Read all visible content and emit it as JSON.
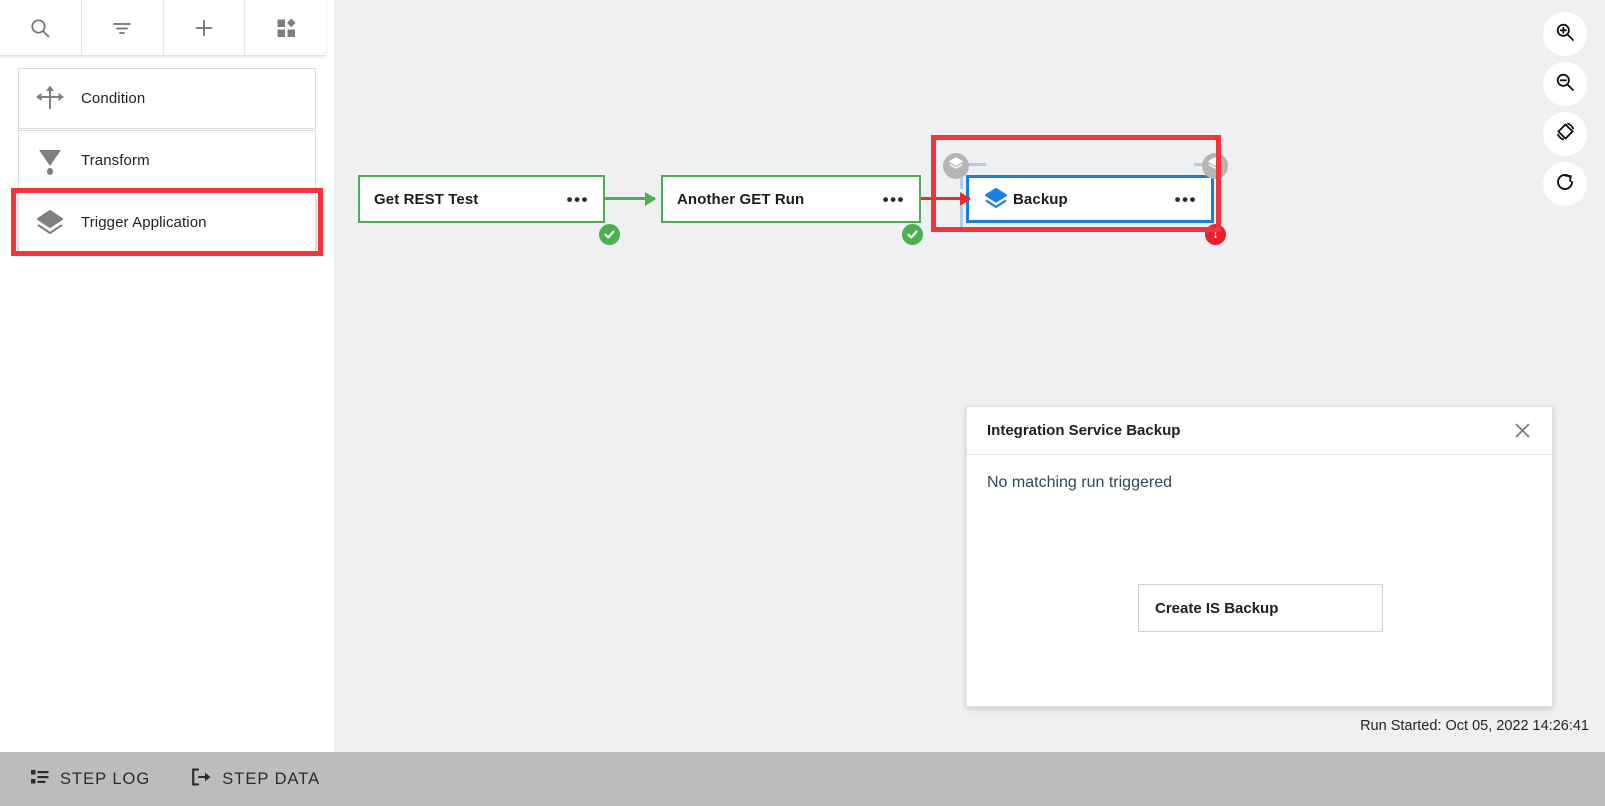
{
  "sidebar": {
    "toolbar": [
      {
        "name": "search-icon",
        "label": "Search"
      },
      {
        "name": "filter-icon",
        "label": "Filter"
      },
      {
        "name": "add-icon",
        "label": "Add"
      },
      {
        "name": "components-icon",
        "label": "Components"
      }
    ],
    "items": [
      {
        "label": "Condition",
        "icon": "condition-split-icon",
        "highlighted": false
      },
      {
        "label": "Transform",
        "icon": "transform-funnel-icon",
        "highlighted": false
      },
      {
        "label": "Trigger Application",
        "icon": "trigger-application-layers-icon",
        "highlighted": true
      }
    ]
  },
  "canvas": {
    "nodes": [
      {
        "label": "Get REST Test",
        "status": "success",
        "state": "ok"
      },
      {
        "label": "Another GET Run",
        "status": "success",
        "state": "ok"
      },
      {
        "label": "Backup",
        "status": "error",
        "state": "selected",
        "app_icon": "backup-layers-icon",
        "error_mark": "!"
      }
    ],
    "node_menu_glyph": "•••",
    "connectors": [
      {
        "from": "Get REST Test",
        "to": "Another GET Run",
        "color": "#4caf50"
      },
      {
        "from": "Another GET Run",
        "to": "Backup",
        "color": "#ee2b2b"
      }
    ],
    "badges": [
      {
        "name": "layers-badge-left",
        "icon": "layers-icon"
      },
      {
        "name": "layers-badge-right",
        "icon": "layers-icon"
      }
    ],
    "tools": [
      {
        "name": "zoom-in-icon",
        "label": "Zoom In"
      },
      {
        "name": "zoom-out-icon",
        "label": "Zoom Out"
      },
      {
        "name": "rotate-orientation-icon",
        "label": "Rotate"
      },
      {
        "name": "refresh-icon",
        "label": "Refresh"
      }
    ],
    "highlight_color": "#f5333f",
    "selection_color": "#1b7fd4"
  },
  "panel": {
    "title": "Integration Service Backup",
    "close_label": "Close",
    "message": "No matching run triggered",
    "action_label": "Create IS Backup"
  },
  "status": {
    "run_started": "Run Started: Oct 05, 2022 14:26:41"
  },
  "bottom_bar": {
    "tabs": [
      {
        "label": "STEP LOG",
        "icon": "step-log-list-icon"
      },
      {
        "label": "STEP DATA",
        "icon": "step-data-export-icon"
      }
    ]
  }
}
